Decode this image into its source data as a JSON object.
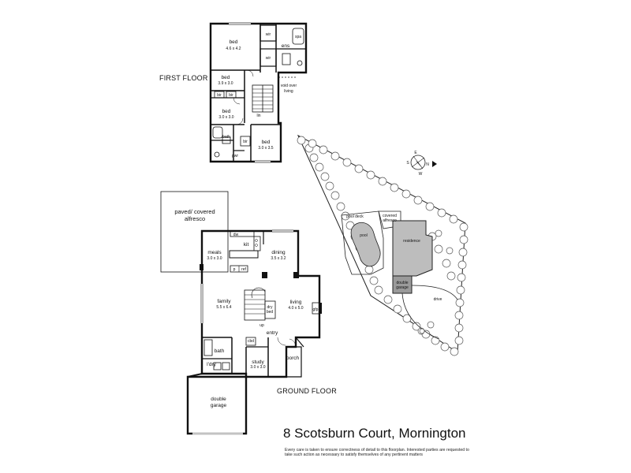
{
  "floors": {
    "first": "FIRST FLOOR",
    "ground": "GROUND FLOOR"
  },
  "first_floor_rooms": {
    "bed1": "bed",
    "bed1_dim": "4.6 x 4.2",
    "wir1": "wir",
    "wir2": "wir",
    "ens": "ens",
    "spa": "spa",
    "bed2": "bed",
    "bed2_dim": "3.9 x 3.0",
    "bed3": "bed",
    "bed3_dim": "3.0 x 3.0",
    "bed4": "bed",
    "bed4_dim": "3.0 x 3.5",
    "void": "void over\nliving",
    "bir1": "bir",
    "bir2": "bir",
    "lin": "lin",
    "bath": "bath",
    "pwr": "pwr",
    "bir3": "bir"
  },
  "ground_floor_rooms": {
    "alfresco": "paved/ covered\nalfresco",
    "dw": "dw",
    "kit": "kit",
    "meals": "meals",
    "meals_dim": "3.0 x 3.0",
    "dining": "dining",
    "dining_dim": "3.5 x 3.2",
    "p": "p",
    "ref": "ref",
    "family": "family",
    "family_dim": "5.5 x 6.4",
    "dry_bed": "dry\nbed",
    "living": "living",
    "living_dim": "4.0 x 5.0",
    "gfp": "gfp",
    "up": "up",
    "cbd": "cbd",
    "entry": "entry",
    "bath": "bath",
    "ldry": "l'dry",
    "study": "study",
    "study_dim": "3.0 x 3.0",
    "porch": "porch",
    "garage": "double\ngarage"
  },
  "site_plan": {
    "pool_deck": "pool deck",
    "covered_alfresco": "covered\nalfresco",
    "pool": "pool",
    "residence": "residence",
    "double_garage": "double\ngarage",
    "drive": "drive",
    "compass": {
      "n": "N",
      "s": "S",
      "e": "E",
      "w": "W"
    }
  },
  "address": "8 Scotsburn Court, Mornington",
  "disclaimer": "Every care is taken to ensure correctness of detail to this floorplan. Interested parties are requested to take such action as necessary to satisfy themselves of any pertinent matters"
}
